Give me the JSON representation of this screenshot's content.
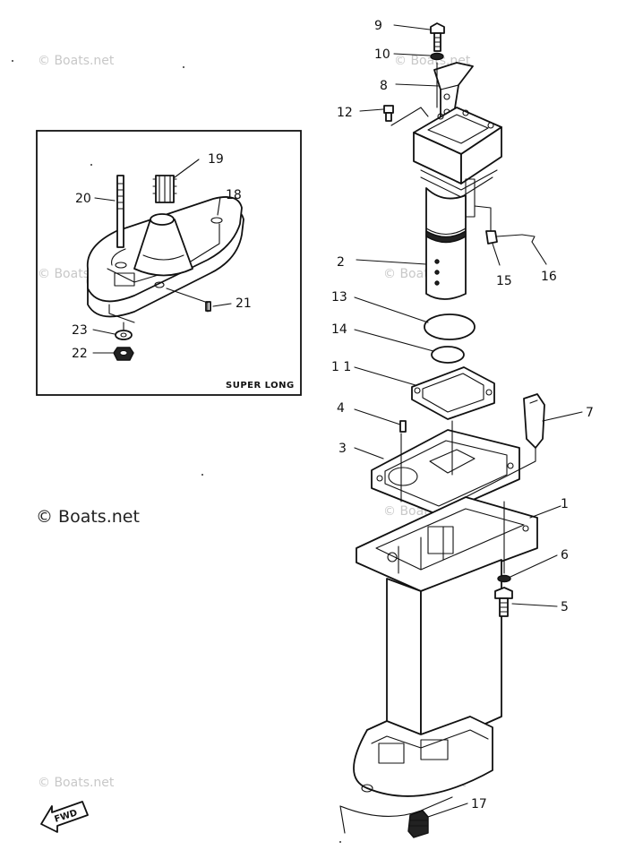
{
  "watermark": "© Boats.net",
  "inset": {
    "caption": "SUPER LONG"
  },
  "fwd_label": "FWD",
  "callouts": [
    {
      "id": "c1",
      "label": "1"
    },
    {
      "id": "c2",
      "label": "2"
    },
    {
      "id": "c3",
      "label": "3"
    },
    {
      "id": "c4",
      "label": "4"
    },
    {
      "id": "c5",
      "label": "5"
    },
    {
      "id": "c6",
      "label": "6"
    },
    {
      "id": "c7",
      "label": "7"
    },
    {
      "id": "c8",
      "label": "8"
    },
    {
      "id": "c9",
      "label": "9"
    },
    {
      "id": "c10",
      "label": "10"
    },
    {
      "id": "c11",
      "label": "1 1"
    },
    {
      "id": "c12",
      "label": "12"
    },
    {
      "id": "c13",
      "label": "13"
    },
    {
      "id": "c14",
      "label": "14"
    },
    {
      "id": "c15",
      "label": "15"
    },
    {
      "id": "c16",
      "label": "16"
    },
    {
      "id": "c17",
      "label": "17"
    },
    {
      "id": "c18",
      "label": "18"
    },
    {
      "id": "c19",
      "label": "19"
    },
    {
      "id": "c20",
      "label": "20"
    },
    {
      "id": "c21",
      "label": "21"
    },
    {
      "id": "c22",
      "label": "22"
    },
    {
      "id": "c23",
      "label": "23"
    }
  ]
}
